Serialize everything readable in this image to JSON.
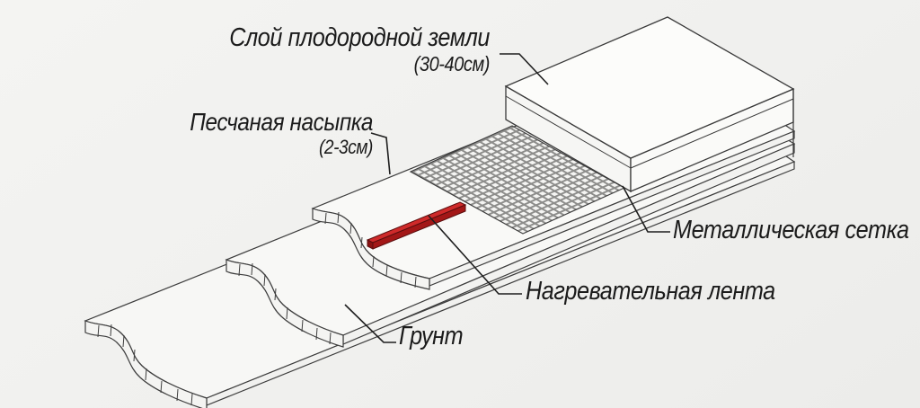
{
  "diagram": {
    "background": "#f0f0ee",
    "line_color": "#3c3c3c",
    "callouts": {
      "fertile_soil": {
        "label": "Слой плодородной земли",
        "dimension": "(30-40см)"
      },
      "sand_fill": {
        "label": "Песчаная насыпка",
        "dimension": "(2-3см)"
      },
      "metal_mesh": {
        "label": "Металлическая сетка"
      },
      "heating_tape": {
        "label": "Нагревательная лента"
      },
      "ground": {
        "label": "Грунт"
      }
    },
    "colors": {
      "tape_top": "#cf2a2a",
      "tape_front": "#a31717",
      "tape_end": "#8a1212",
      "mesh_strand": "#8d8d8b",
      "mesh_hole": "#f5f5f3",
      "slab_face": "#f7f7f5"
    }
  }
}
